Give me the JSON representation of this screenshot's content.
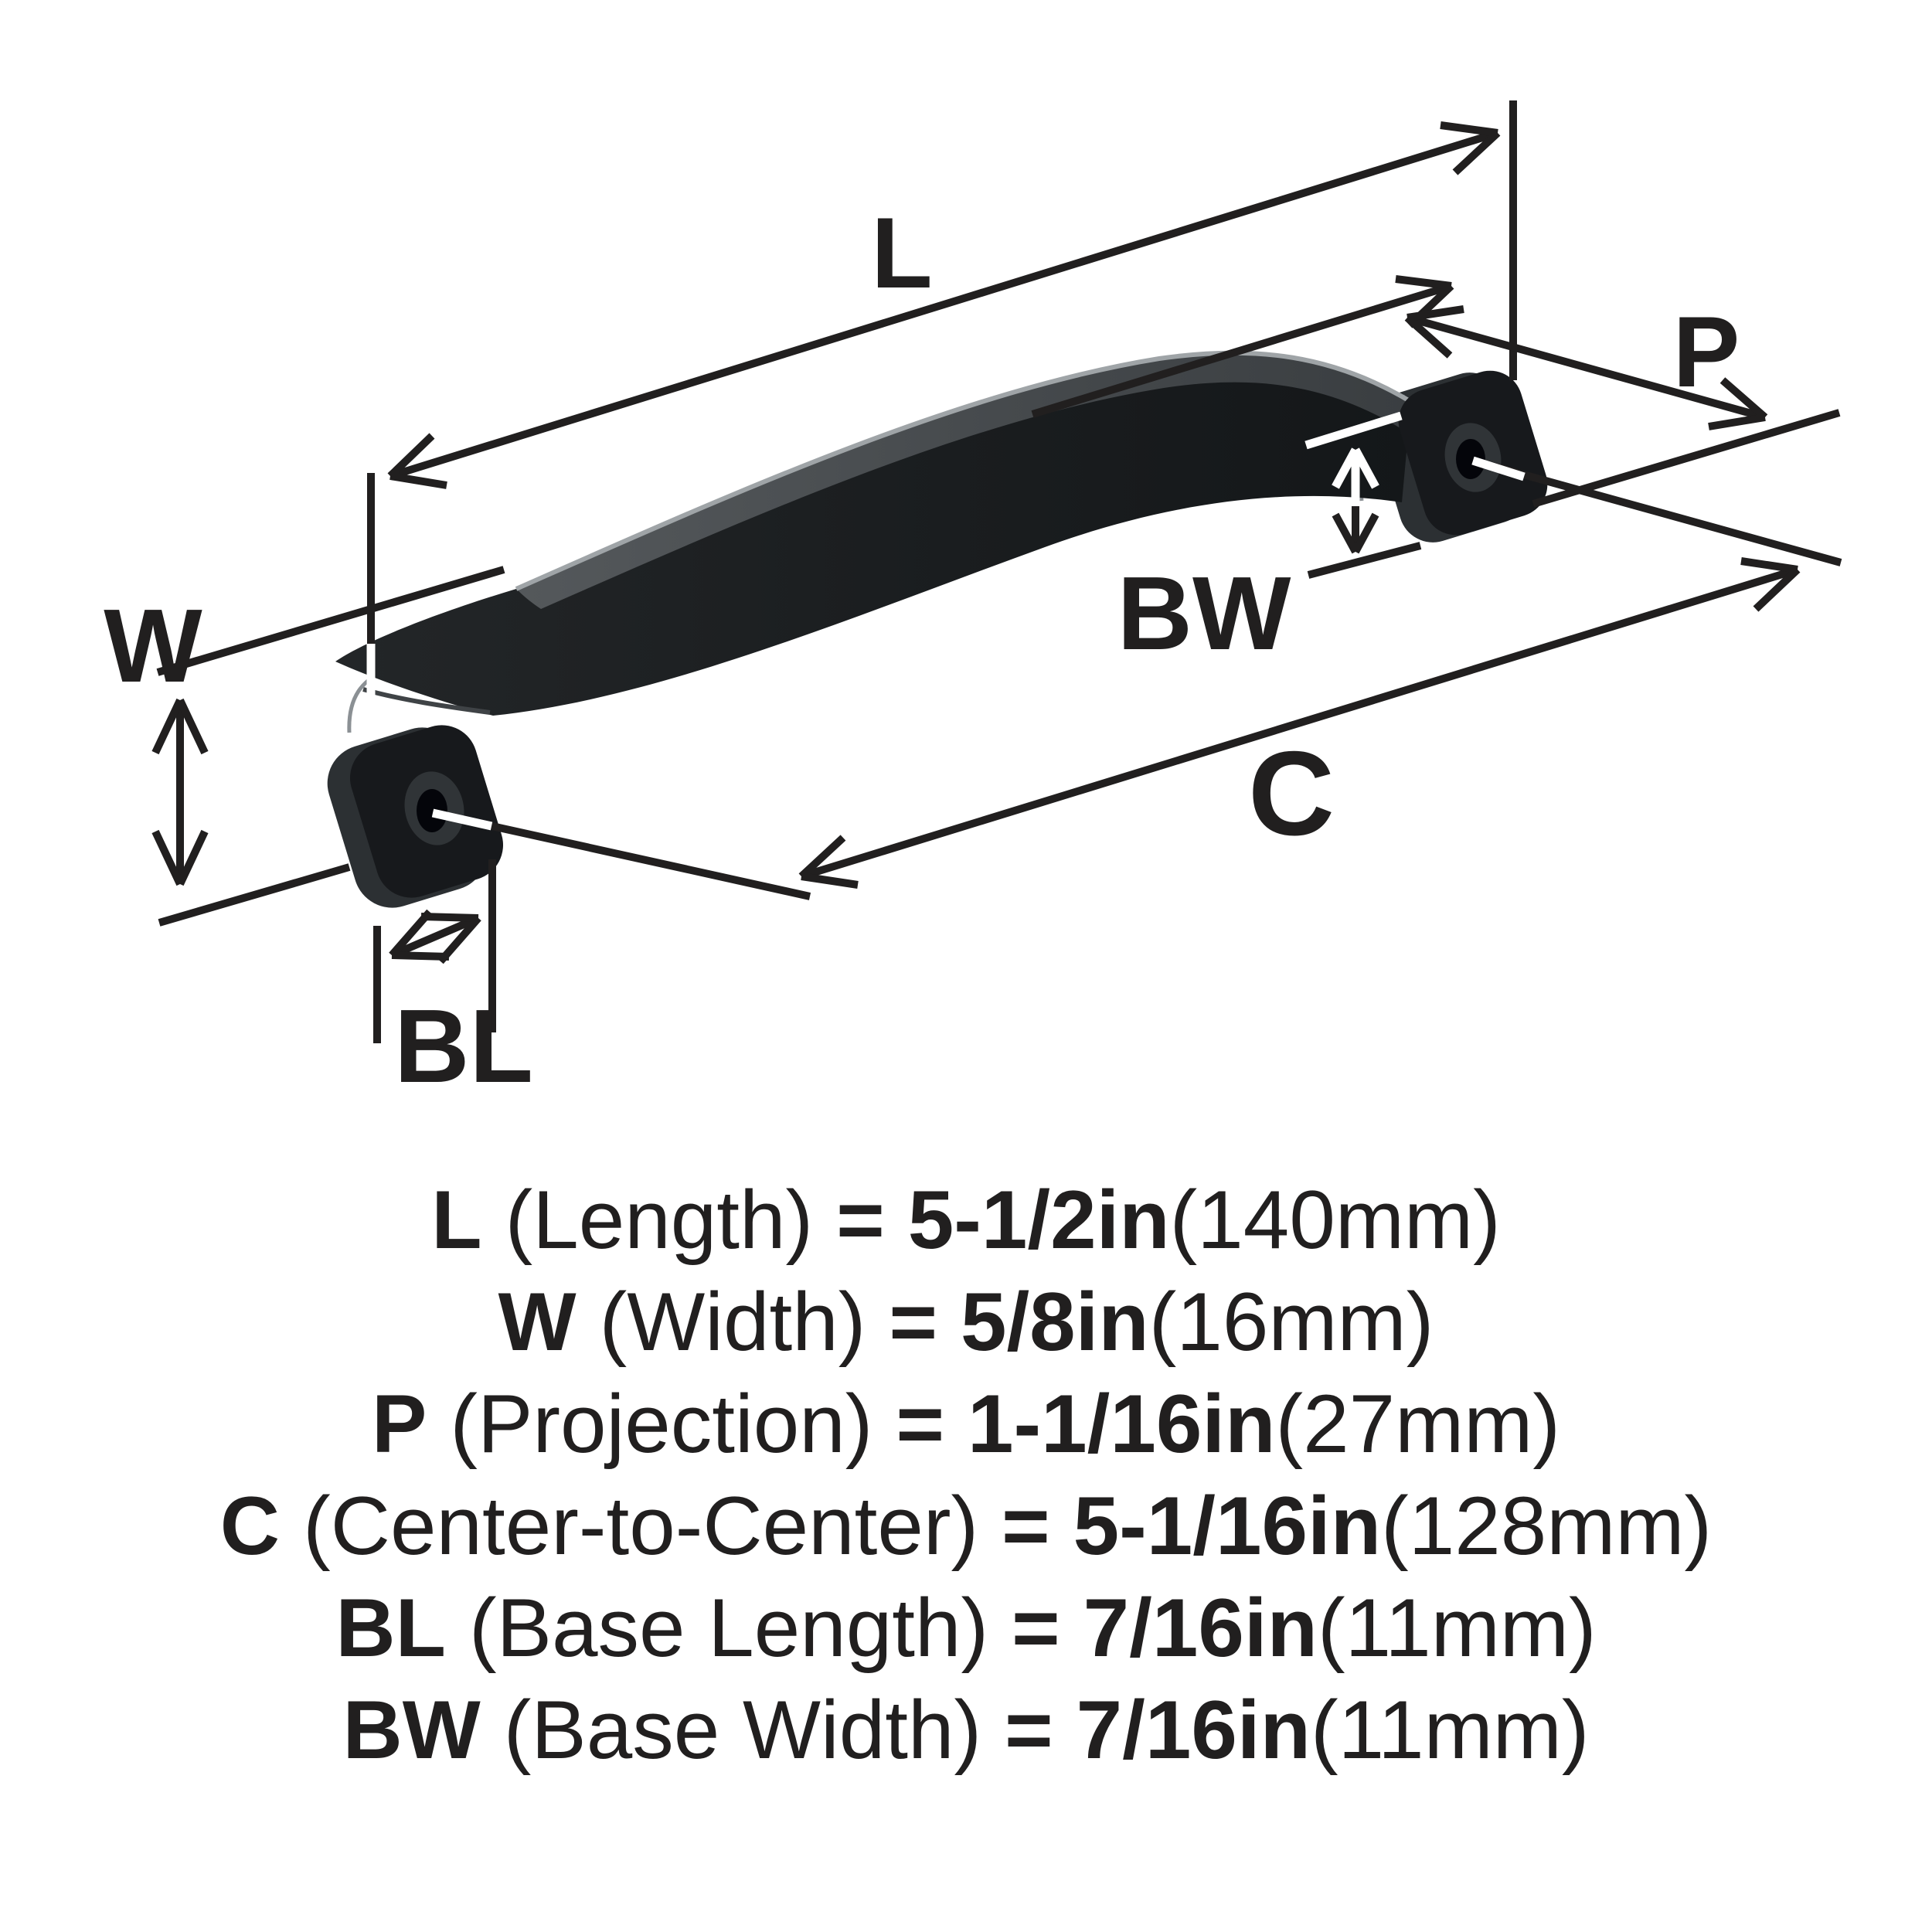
{
  "diagram": {
    "labels": {
      "length": "L",
      "width": "W",
      "projection": "P",
      "center": "C",
      "base_length": "BL",
      "base_width": "BW"
    }
  },
  "specs": {
    "rows": [
      {
        "abbr": "L",
        "desc": "(Length)",
        "eq": "=",
        "value_in": "5-1/2in",
        "value_mm": "(140mm)"
      },
      {
        "abbr": "W",
        "desc": "(Width)",
        "eq": "=",
        "value_in": "5/8in",
        "value_mm": "(16mm)"
      },
      {
        "abbr": "P",
        "desc": "(Projection)",
        "eq": "=",
        "value_in": "1-1/16in",
        "value_mm": "(27mm)"
      },
      {
        "abbr": "C",
        "desc": "(Center-to-Center)",
        "eq": "=",
        "value_in": "5-1/16in",
        "value_mm": "(128mm)"
      },
      {
        "abbr": "BL",
        "desc": "(Base Length)",
        "eq": "=",
        "value_in": "7/16in",
        "value_mm": "(11mm)"
      },
      {
        "abbr": "BW",
        "desc": "(Base Width)",
        "eq": "=",
        "value_in": "7/16in",
        "value_mm": "(11mm)"
      }
    ]
  },
  "colors": {
    "background": "#ffffff",
    "line": "#211f1f",
    "text": "#211f1f",
    "handle_front": "#1a1d1f",
    "handle_band": "#45494c",
    "handle_collar": "#2c3033",
    "highlight": "#9fa4a7",
    "overlay_white": "#ffffff"
  }
}
